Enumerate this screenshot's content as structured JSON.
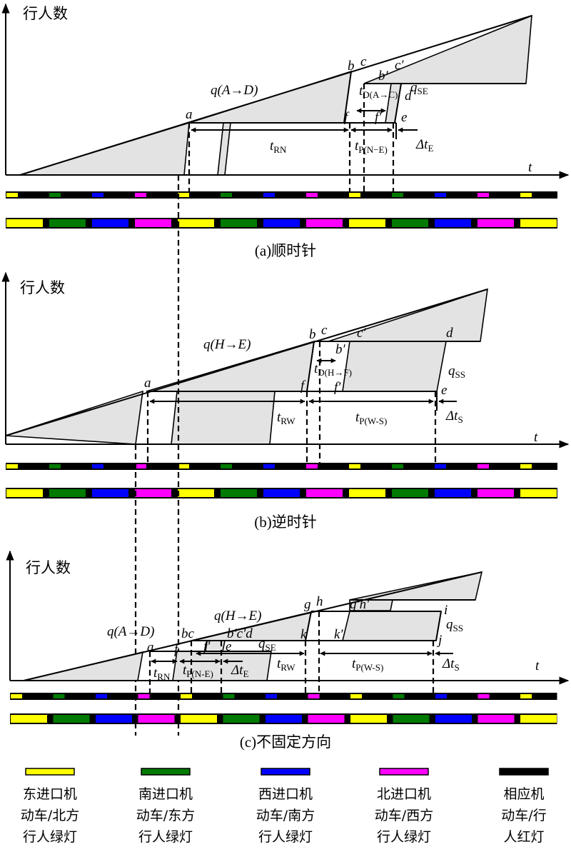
{
  "axes": {
    "y_label": "行人数",
    "x_label": "t"
  },
  "colors": {
    "east": "#ffff00",
    "south": "#007a00",
    "west": "#0000ff",
    "north": "#ff00ff",
    "red": "#000000",
    "shade": "#e3e3e3"
  },
  "signal_cycle": [
    "east",
    "south",
    "west",
    "north"
  ],
  "panel_a": {
    "caption": "(a)顺时针",
    "flow": "q(A→D)",
    "points": {
      "a": "a",
      "b": "b",
      "c": "c",
      "c2": "c′",
      "b2": "b′",
      "d": "d",
      "f": "f",
      "f2": "f′",
      "e": "e"
    },
    "t_rn": {
      "main": "t",
      "sub": "RN"
    },
    "t_d": {
      "main": "t",
      "sub": "D(A→C)"
    },
    "t_p": {
      "main": "t",
      "sub": "P(N−E)"
    },
    "dt": {
      "main": "Δt",
      "sub": "E"
    },
    "q": {
      "main": "q",
      "sub": "SE"
    }
  },
  "panel_b": {
    "caption": "(b)逆时针",
    "flow": "q(H→E)",
    "points": {
      "a": "a",
      "b": "b",
      "c": "c",
      "c2": "c′",
      "b2": "b′",
      "d": "d",
      "f": "f",
      "f2": "f′",
      "e": "e"
    },
    "t_rw": {
      "main": "t",
      "sub": "RW"
    },
    "t_d": {
      "main": "t",
      "sub": "D(H→F)"
    },
    "t_p": {
      "main": "t",
      "sub": "P(W-S)"
    },
    "dt": {
      "main": "Δt",
      "sub": "S"
    },
    "q": {
      "main": "q",
      "sub": "SS"
    }
  },
  "panel_c": {
    "caption": "(c)不固定方向",
    "flow1": "q(A→D)",
    "flow2": "q(H→E)",
    "points": {
      "a": "a",
      "bc": "bc",
      "bcd2": "b′c′d",
      "f": "f",
      "f2": "f′",
      "e": "e",
      "g": "g",
      "h": "h",
      "gh2": "g′h′",
      "i": "i",
      "j": "j",
      "k": "k",
      "k2": "k′"
    },
    "t_rn": {
      "main": "t",
      "sub": "RN"
    },
    "t_p1": {
      "main": "t",
      "sub": "P(N-E)"
    },
    "dt1": {
      "main": "Δt",
      "sub": "E"
    },
    "q1": {
      "main": "q",
      "sub": "SE"
    },
    "t_rw": {
      "main": "t",
      "sub": "RW"
    },
    "t_p2": {
      "main": "t",
      "sub": "P(W-S)"
    },
    "dt2": {
      "main": "Δt",
      "sub": "S"
    },
    "q2": {
      "main": "q",
      "sub": "SS"
    }
  },
  "legend": [
    {
      "color": "#ffff00",
      "lines": [
        "东进口机",
        "动车/北方",
        "行人绿灯"
      ]
    },
    {
      "color": "#007a00",
      "lines": [
        "南进口机",
        "动车/东方",
        "行人绿灯"
      ]
    },
    {
      "color": "#0000ff",
      "lines": [
        "西进口机",
        "动车/南方",
        "行人绿灯"
      ]
    },
    {
      "color": "#ff00ff",
      "lines": [
        "北进口机",
        "动车/西方",
        "行人绿灯"
      ]
    },
    {
      "color": "#000000",
      "lines": [
        "相应机",
        "动车/行",
        "人红灯"
      ]
    }
  ]
}
